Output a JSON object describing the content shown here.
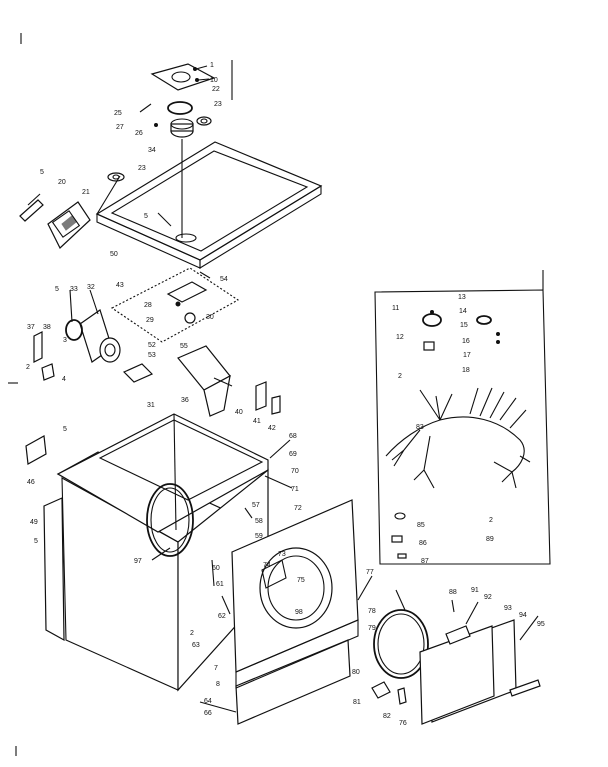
{
  "colors": {
    "ink": "#111111",
    "paper": "#ffffff"
  },
  "callouts": [
    {
      "id": "c1",
      "text": "1"
    },
    {
      "id": "c10",
      "text": "10"
    },
    {
      "id": "c22",
      "text": "22"
    },
    {
      "id": "c23a",
      "text": "23"
    },
    {
      "id": "c25",
      "text": "25"
    },
    {
      "id": "c27",
      "text": "27"
    },
    {
      "id": "c26",
      "text": "26"
    },
    {
      "id": "c34",
      "text": "34"
    },
    {
      "id": "c23b",
      "text": "23"
    },
    {
      "id": "c5a",
      "text": "5"
    },
    {
      "id": "c20",
      "text": "20"
    },
    {
      "id": "c21",
      "text": "21"
    },
    {
      "id": "c5b",
      "text": "5"
    },
    {
      "id": "c50",
      "text": "50"
    },
    {
      "id": "c54",
      "text": "54"
    },
    {
      "id": "c43",
      "text": "43"
    },
    {
      "id": "c28",
      "text": "28"
    },
    {
      "id": "c29",
      "text": "29"
    },
    {
      "id": "c30",
      "text": "30"
    },
    {
      "id": "c5c",
      "text": "5"
    },
    {
      "id": "c33",
      "text": "33"
    },
    {
      "id": "c32",
      "text": "32"
    },
    {
      "id": "c37",
      "text": "37"
    },
    {
      "id": "c38",
      "text": "38"
    },
    {
      "id": "c3",
      "text": "3"
    },
    {
      "id": "c2a",
      "text": "2"
    },
    {
      "id": "c4",
      "text": "4"
    },
    {
      "id": "c52",
      "text": "52"
    },
    {
      "id": "c53",
      "text": "53"
    },
    {
      "id": "c55",
      "text": "55"
    },
    {
      "id": "c31",
      "text": "31"
    },
    {
      "id": "c36",
      "text": "36"
    },
    {
      "id": "c40",
      "text": "40"
    },
    {
      "id": "c41",
      "text": "41"
    },
    {
      "id": "c42",
      "text": "42"
    },
    {
      "id": "c5d",
      "text": "5"
    },
    {
      "id": "c46",
      "text": "46"
    },
    {
      "id": "c68",
      "text": "68"
    },
    {
      "id": "c69",
      "text": "69"
    },
    {
      "id": "c70",
      "text": "70"
    },
    {
      "id": "c71",
      "text": "71"
    },
    {
      "id": "c49",
      "text": "49"
    },
    {
      "id": "c72",
      "text": "72"
    },
    {
      "id": "c57",
      "text": "57"
    },
    {
      "id": "c58",
      "text": "58"
    },
    {
      "id": "c59",
      "text": "59"
    },
    {
      "id": "c5e",
      "text": "5"
    },
    {
      "id": "c97",
      "text": "97"
    },
    {
      "id": "c73",
      "text": "73"
    },
    {
      "id": "c74",
      "text": "74"
    },
    {
      "id": "c75",
      "text": "75"
    },
    {
      "id": "c60",
      "text": "60"
    },
    {
      "id": "c61",
      "text": "61"
    },
    {
      "id": "c62",
      "text": "62"
    },
    {
      "id": "c98",
      "text": "98"
    },
    {
      "id": "c77",
      "text": "77"
    },
    {
      "id": "c2b",
      "text": "2"
    },
    {
      "id": "c63",
      "text": "63"
    },
    {
      "id": "c7",
      "text": "7"
    },
    {
      "id": "c8",
      "text": "8"
    },
    {
      "id": "c64",
      "text": "64"
    },
    {
      "id": "c66",
      "text": "66"
    },
    {
      "id": "c78",
      "text": "78"
    },
    {
      "id": "c79",
      "text": "79"
    },
    {
      "id": "c88",
      "text": "88"
    },
    {
      "id": "c91",
      "text": "91"
    },
    {
      "id": "c92",
      "text": "92"
    },
    {
      "id": "c93",
      "text": "93"
    },
    {
      "id": "c94",
      "text": "94"
    },
    {
      "id": "c95",
      "text": "95"
    },
    {
      "id": "c80",
      "text": "80"
    },
    {
      "id": "c81",
      "text": "81"
    },
    {
      "id": "c82",
      "text": "82"
    },
    {
      "id": "c76",
      "text": "76"
    },
    {
      "id": "c11",
      "text": "11"
    },
    {
      "id": "c12",
      "text": "12"
    },
    {
      "id": "c2c",
      "text": "2"
    },
    {
      "id": "c13",
      "text": "13"
    },
    {
      "id": "c14",
      "text": "14"
    },
    {
      "id": "c15",
      "text": "15"
    },
    {
      "id": "c16",
      "text": "16"
    },
    {
      "id": "c17",
      "text": "17"
    },
    {
      "id": "c18",
      "text": "18"
    },
    {
      "id": "c83",
      "text": "83"
    },
    {
      "id": "c85",
      "text": "85"
    },
    {
      "id": "c86",
      "text": "86"
    },
    {
      "id": "c87",
      "text": "87"
    },
    {
      "id": "c2d",
      "text": "2"
    },
    {
      "id": "c89",
      "text": "89"
    }
  ]
}
